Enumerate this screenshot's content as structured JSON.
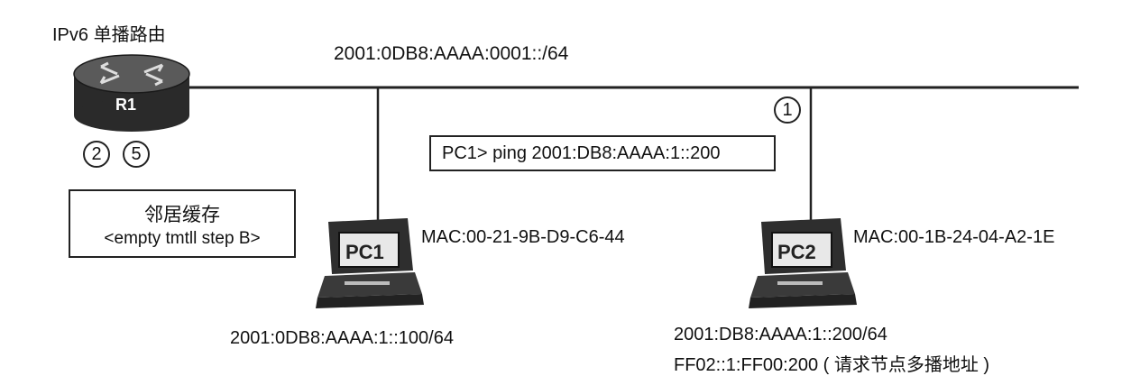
{
  "router": {
    "title": "IPv6 单播路由",
    "label": "R1"
  },
  "network": {
    "prefix": "2001:0DB8:AAAA:0001::/64"
  },
  "command": {
    "text": "PC1> ping 2001:DB8:AAAA:1::200"
  },
  "steps": {
    "step1": "1",
    "step2": "2",
    "step5": "5"
  },
  "neighbor_cache": {
    "title": "邻居缓存",
    "content": "<empty tmtll step B>"
  },
  "pc1": {
    "label": "PC1",
    "mac": "MAC:00-21-9B-D9-C6-44",
    "ipv6": "2001:0DB8:AAAA:1::100/64"
  },
  "pc2": {
    "label": "PC2",
    "mac": "MAC:00-1B-24-04-A2-1E",
    "ipv6": "2001:DB8:AAAA:1::200/64",
    "multicast": "FF02::1:FF00:200 ( 请求节点多播地址 )"
  }
}
